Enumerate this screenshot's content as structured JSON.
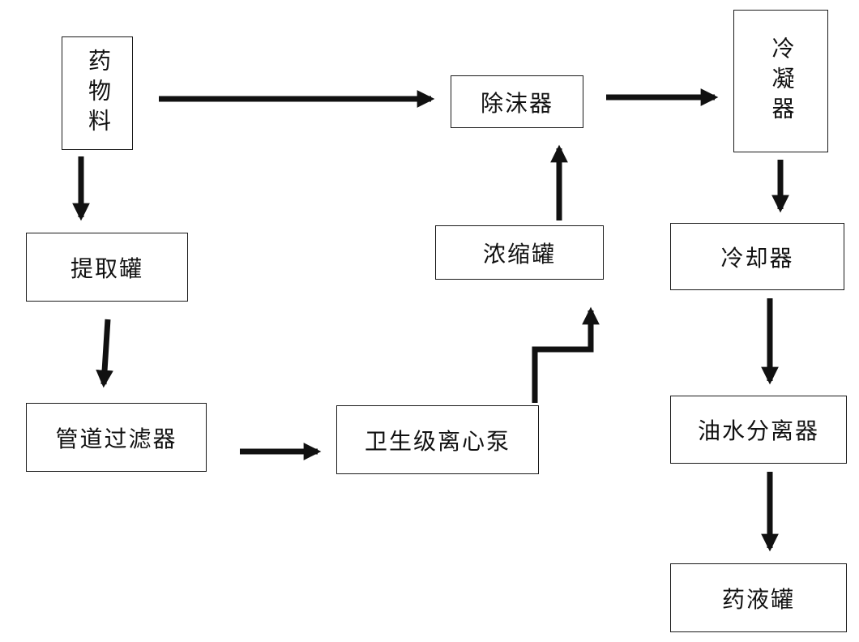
{
  "diagram": {
    "type": "process-flowchart",
    "language": "zh",
    "nodes": [
      {
        "id": "material",
        "label": "药物料",
        "orientation": "vertical"
      },
      {
        "id": "demister",
        "label": "除沫器",
        "orientation": "horizontal"
      },
      {
        "id": "condenser",
        "label": "冷凝器",
        "orientation": "vertical"
      },
      {
        "id": "extraction-tank",
        "label": "提取罐",
        "orientation": "horizontal"
      },
      {
        "id": "concentration-tank",
        "label": "浓缩罐",
        "orientation": "horizontal"
      },
      {
        "id": "cooler",
        "label": "冷却器",
        "orientation": "horizontal"
      },
      {
        "id": "pipeline-filter",
        "label": "管道过滤器",
        "orientation": "horizontal"
      },
      {
        "id": "sanitary-centrifugal-pump",
        "label": "卫生级离心泵",
        "orientation": "horizontal"
      },
      {
        "id": "oil-water-separator",
        "label": "油水分离器",
        "orientation": "horizontal"
      },
      {
        "id": "liquid-medicine-tank",
        "label": "药液罐",
        "orientation": "horizontal"
      }
    ],
    "edges": [
      {
        "from": "药物料",
        "to": "除沫器"
      },
      {
        "from": "药物料",
        "to": "提取罐"
      },
      {
        "from": "提取罐",
        "to": "管道过滤器"
      },
      {
        "from": "管道过滤器",
        "to": "卫生级离心泵"
      },
      {
        "from": "卫生级离心泵",
        "to": "浓缩罐"
      },
      {
        "from": "浓缩罐",
        "to": "除沫器"
      },
      {
        "from": "除沫器",
        "to": "冷凝器"
      },
      {
        "from": "冷凝器",
        "to": "冷却器"
      },
      {
        "from": "冷却器",
        "to": "油水分离器"
      },
      {
        "from": "油水分离器",
        "to": "药液罐"
      }
    ],
    "colors": {
      "background": "#ffffff",
      "box_fill": "#ffffff",
      "box_border": "#1a1a1a",
      "arrow": "#111111",
      "text": "#111111"
    }
  }
}
